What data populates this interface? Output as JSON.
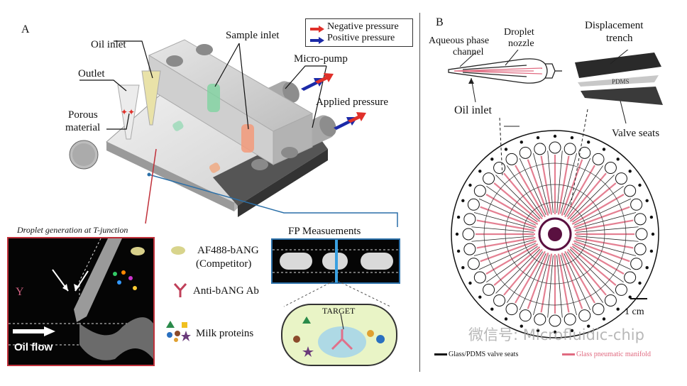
{
  "panelA": {
    "letter": "A",
    "legend": {
      "negative": "Negative pressure",
      "positive": "Positive pressure"
    },
    "labels": {
      "oil_inlet": "Oil inlet",
      "sample_inlet": "Sample inlet",
      "outlet": "Outlet",
      "porous_line1": "Porous",
      "porous_line2": "material",
      "micro_pump": "Micro-pump",
      "applied_pressure": "Applied pressure"
    },
    "tjunction": {
      "title": "Droplet generation at T-junction",
      "oil_flow": "Oil flow"
    },
    "fp": {
      "title": "FP Measuements",
      "target": "TARGET"
    },
    "key": {
      "af488_line1": "AF488-bANG",
      "af488_line2": "(Competitor)",
      "antibody": "Anti-bANG Ab",
      "milk": "Milk proteins"
    }
  },
  "panelB": {
    "letter": "B",
    "labels": {
      "aqueous_line1": "Aqueous phase",
      "aqueous_line2": "channel",
      "nozzle_line1": "Droplet",
      "nozzle_line2": "nozzle",
      "oil_inlet": "Oil inlet",
      "displacement_line1": "Displacement",
      "displacement_line2": "trench",
      "pdms": "PDMS",
      "valve_seats": "Valve seats",
      "scale": "1 cm"
    },
    "bottom_legend": {
      "glass_pdms": "Glass/PDMS valve seats",
      "glass_pneumatic": "Glass pneumatic manifold"
    }
  },
  "watermark": "微信号: Microfluidic-chip",
  "colors": {
    "negative": "#e0302a",
    "positive": "#1c2aa8",
    "tj_border": "#c0303a",
    "fp_frame": "#2a6fa8",
    "pink": "#e06a80"
  }
}
